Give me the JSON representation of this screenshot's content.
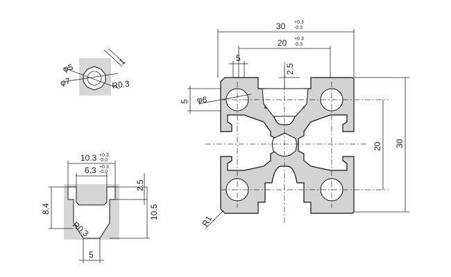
{
  "profile": {
    "width_dim": "30",
    "width_tol_upper": "+0.3",
    "width_tol_lower": "-0.3",
    "slot_pitch_dim": "20",
    "slot_pitch_tol_upper": "+0.3",
    "slot_pitch_tol_lower": "-0.3",
    "slot_opening_dim": "5",
    "slot_depth_dim": "2.5",
    "hole_offset_dim": "5",
    "hole_dia_label": "φ6",
    "height_pitch_dim": "20",
    "height_dim": "30",
    "corner_radius_label": "R1"
  },
  "center_detail": {
    "outer_dia_label": "φ5",
    "inner_dia_label": "φ7",
    "radius_label": "R0.3",
    "gap_label": "1"
  },
  "slot_detail": {
    "width_dim": "10.3",
    "width_tol_upper": "+0.3",
    "width_tol_lower": "-0.0",
    "opening_dim": "6.3",
    "opening_tol_upper": "+0.3",
    "opening_tol_lower": "-0.0",
    "lip_dim": "2.5",
    "depth_dim": "10.5",
    "left_height_dim": "8.4",
    "radius_label": "R0.3",
    "bottom_dim": "5"
  }
}
